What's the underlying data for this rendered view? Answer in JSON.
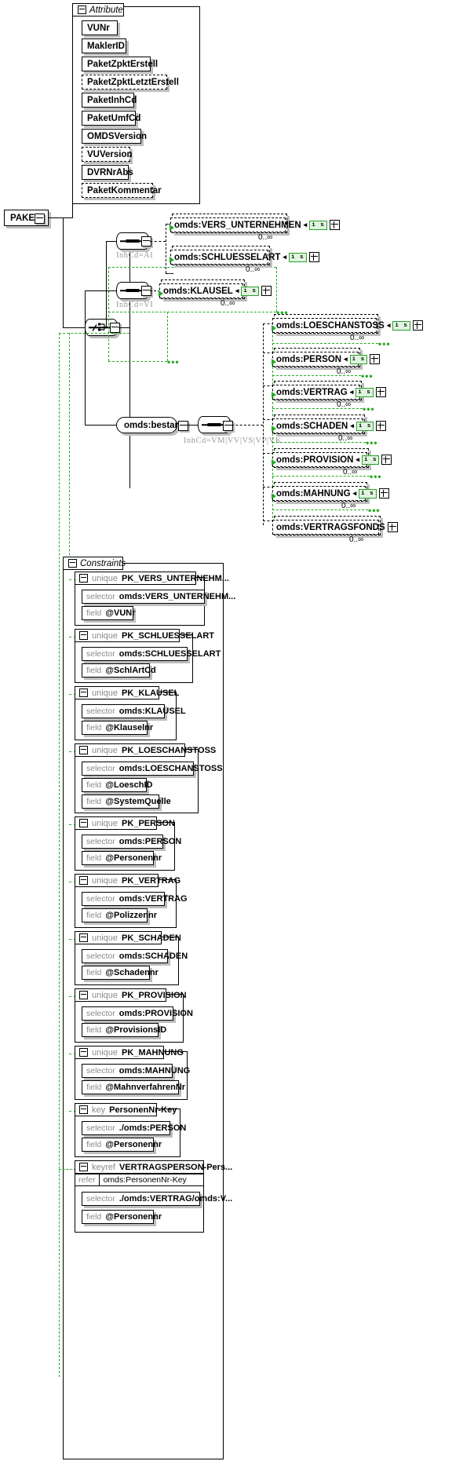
{
  "diagram": {
    "type": "xsd-schema-diagram",
    "root": {
      "label": "PAKET",
      "icon": "minus-box-icon"
    },
    "attribute_group": {
      "title": "Attribute",
      "collapse_icon": "minus-icon",
      "attributes": [
        {
          "name": "VUNr",
          "optional": false
        },
        {
          "name": "MaklerID",
          "optional": false
        },
        {
          "name": "PaketZpktErstell",
          "optional": false
        },
        {
          "name": "PaketZpktLetztErstell",
          "optional": true
        },
        {
          "name": "PaketInhCd",
          "optional": false
        },
        {
          "name": "PaketUmfCd",
          "optional": false
        },
        {
          "name": "OMDSVersion",
          "optional": false
        },
        {
          "name": "VUVersion",
          "optional": true
        },
        {
          "name": "DVRNrAbs",
          "optional": false
        },
        {
          "name": "PaketKommentar",
          "optional": true
        }
      ]
    },
    "compositors": [
      {
        "id": "seq-ai",
        "kind": "sequence",
        "label": "InhCd=AI"
      },
      {
        "id": "seq-vi",
        "kind": "sequence",
        "label": "InhCd=VI"
      },
      {
        "id": "choice-root",
        "kind": "choice",
        "label": ""
      },
      {
        "id": "seq-bestand",
        "kind": "sequence",
        "label": "InhCd=VM|VV|VS|VP|VK"
      }
    ],
    "bestand": {
      "label": "omds:bestand"
    },
    "elements": [
      {
        "name": "omds:VERS_UNTERNEHMEN",
        "occurrence": "0..∞",
        "badge": "i s",
        "expand": "plus-icon",
        "group": "seq-ai"
      },
      {
        "name": "omds:SCHLUESSELART",
        "occurrence": "0..∞",
        "badge": "i s",
        "expand": "plus-icon",
        "group": "seq-ai"
      },
      {
        "name": "omds:KLAUSEL",
        "occurrence": "0..∞",
        "badge": "i s",
        "expand": "plus-icon",
        "group": "seq-vi"
      },
      {
        "name": "omds:LOESCHANSTOSS",
        "occurrence": "0..∞",
        "badge": "i s",
        "expand": "plus-icon",
        "group": "seq-bestand"
      },
      {
        "name": "omds:PERSON",
        "occurrence": "0..∞",
        "badge": "i s",
        "expand": "plus-icon",
        "group": "seq-bestand"
      },
      {
        "name": "omds:VERTRAG",
        "occurrence": "0..∞",
        "badge": "i s",
        "expand": "plus-icon",
        "group": "seq-bestand"
      },
      {
        "name": "omds:SCHADEN",
        "occurrence": "0..∞",
        "badge": "i s",
        "expand": "plus-icon",
        "group": "seq-bestand"
      },
      {
        "name": "omds:PROVISION",
        "occurrence": "0..∞",
        "badge": "i s",
        "expand": "plus-icon",
        "group": "seq-bestand"
      },
      {
        "name": "omds:MAHNUNG",
        "occurrence": "0..∞",
        "badge": "i s",
        "expand": "plus-icon",
        "group": "seq-bestand"
      },
      {
        "name": "omds:VERTRAGSFONDS",
        "occurrence": "0..∞",
        "badge": "",
        "expand": "plus-icon",
        "group": "seq-bestand"
      }
    ],
    "constraints_group": {
      "title": "Constraints",
      "collapse_icon": "minus-icon",
      "items": [
        {
          "kind": "unique",
          "name": "PK_VERS_UNTERNEHM...",
          "selector_label": "selector",
          "selector": "omds:VERS_UNTERNEHM...",
          "fields": [
            {
              "label": "field",
              "value": "@VUNr"
            }
          ]
        },
        {
          "kind": "unique",
          "name": "PK_SCHLUESSELART",
          "selector_label": "selector",
          "selector": "omds:SCHLUESSELART",
          "fields": [
            {
              "label": "field",
              "value": "@SchlArtCd"
            }
          ]
        },
        {
          "kind": "unique",
          "name": "PK_KLAUSEL",
          "selector_label": "selector",
          "selector": "omds:KLAUSEL",
          "fields": [
            {
              "label": "field",
              "value": "@Klauselnr"
            }
          ]
        },
        {
          "kind": "unique",
          "name": "PK_LOESCHANSTOSS",
          "selector_label": "selector",
          "selector": "omds:LOESCHANSTOSS",
          "fields": [
            {
              "label": "field",
              "value": "@LoeschID"
            },
            {
              "label": "field",
              "value": "@SystemQuelle"
            }
          ]
        },
        {
          "kind": "unique",
          "name": "PK_PERSON",
          "selector_label": "selector",
          "selector": "omds:PERSON",
          "fields": [
            {
              "label": "field",
              "value": "@Personennr"
            }
          ]
        },
        {
          "kind": "unique",
          "name": "PK_VERTRAG",
          "selector_label": "selector",
          "selector": "omds:VERTRAG",
          "fields": [
            {
              "label": "field",
              "value": "@Polizzennr"
            }
          ]
        },
        {
          "kind": "unique",
          "name": "PK_SCHADEN",
          "selector_label": "selector",
          "selector": "omds:SCHADEN",
          "fields": [
            {
              "label": "field",
              "value": "@Schadennr"
            }
          ]
        },
        {
          "kind": "unique",
          "name": "PK_PROVISION",
          "selector_label": "selector",
          "selector": "omds:PROVISION",
          "fields": [
            {
              "label": "field",
              "value": "@ProvisionsID"
            }
          ]
        },
        {
          "kind": "unique",
          "name": "PK_MAHNUNG",
          "selector_label": "selector",
          "selector": "omds:MAHNUNG",
          "fields": [
            {
              "label": "field",
              "value": "@MahnverfahrenNr"
            }
          ]
        },
        {
          "kind": "key",
          "name": "PersonenNr-Key",
          "selector_label": "selector",
          "selector": "./omds:PERSON",
          "fields": [
            {
              "label": "field",
              "value": "@Personennr"
            }
          ]
        },
        {
          "kind": "keyref",
          "name": "VERTRAGSPERSON-Pers...",
          "refer_label": "refer",
          "refer": "omds:PersonenNr-Key",
          "selector_label": "selector",
          "selector": "./omds:VERTRAG/omds:V...",
          "fields": [
            {
              "label": "field",
              "value": "@Personennr"
            }
          ]
        }
      ]
    }
  }
}
